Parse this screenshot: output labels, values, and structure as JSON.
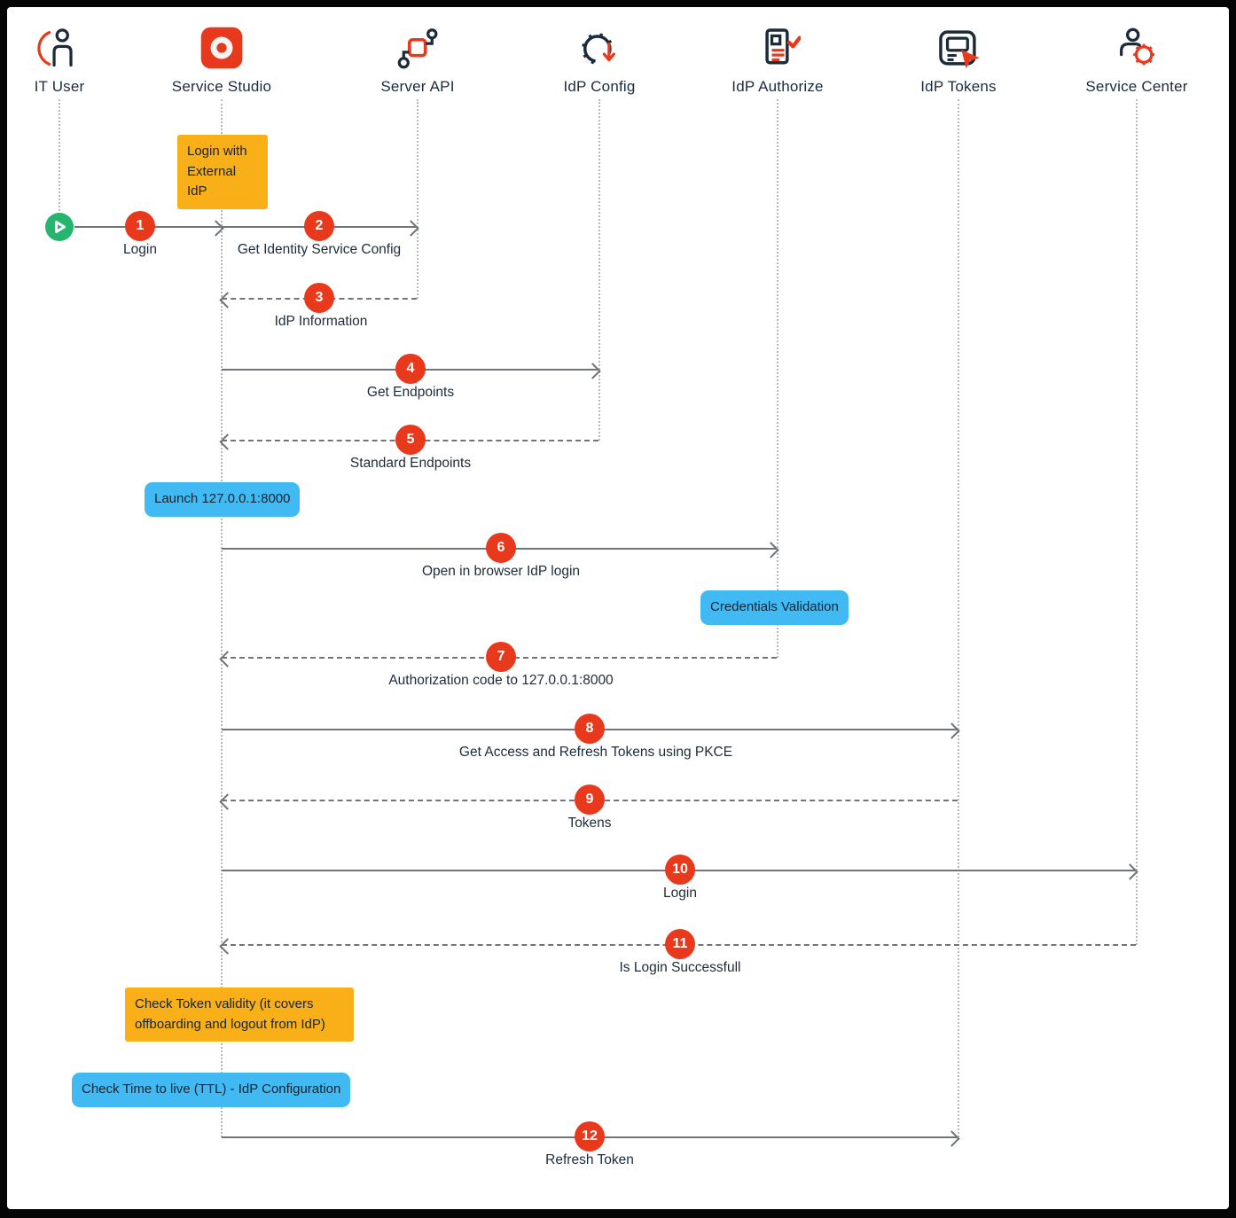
{
  "actors": [
    {
      "label": "IT User",
      "icon": "it-user-icon"
    },
    {
      "label": "Service Studio",
      "icon": "service-studio-icon"
    },
    {
      "label": "Server API",
      "icon": "server-api-icon"
    },
    {
      "label": "IdP Config",
      "icon": "idp-config-icon"
    },
    {
      "label": "IdP Authorize",
      "icon": "idp-authorize-icon"
    },
    {
      "label": "IdP Tokens",
      "icon": "idp-tokens-icon"
    },
    {
      "label": "Service Center",
      "icon": "service-center-icon"
    }
  ],
  "messages": [
    {
      "num": "1",
      "label": "Login",
      "from": "IT User",
      "to": "Service Studio",
      "style": "solid"
    },
    {
      "num": "2",
      "label": "Get Identity Service Config",
      "from": "Service Studio",
      "to": "Server API",
      "style": "solid"
    },
    {
      "num": "3",
      "label": "IdP Information",
      "from": "Server API",
      "to": "Service Studio",
      "style": "dashed"
    },
    {
      "num": "4",
      "label": "Get Endpoints",
      "from": "Service Studio",
      "to": "IdP Config",
      "style": "solid"
    },
    {
      "num": "5",
      "label": "Standard Endpoints",
      "from": "IdP Config",
      "to": "Service Studio",
      "style": "dashed"
    },
    {
      "num": "6",
      "label": "Open in browser IdP login",
      "from": "Service Studio",
      "to": "IdP Authorize",
      "style": "solid"
    },
    {
      "num": "7",
      "label": "Authorization code to 127.0.0.1:8000",
      "from": "IdP Authorize",
      "to": "Service Studio",
      "style": "dashed"
    },
    {
      "num": "8",
      "label": "Get Access and Refresh Tokens using PKCE",
      "from": "Service Studio",
      "to": "IdP Tokens",
      "style": "solid"
    },
    {
      "num": "9",
      "label": "Tokens",
      "from": "IdP Tokens",
      "to": "Service Studio",
      "style": "dashed"
    },
    {
      "num": "10",
      "label": "Login",
      "from": "Service Studio",
      "to": "Service Center",
      "style": "solid"
    },
    {
      "num": "11",
      "label": "Is Login Successfull",
      "from": "Service Center",
      "to": "Service Studio",
      "style": "dashed"
    },
    {
      "num": "12",
      "label": "Refresh Token",
      "from": "Service Studio",
      "to": "IdP Tokens",
      "style": "solid"
    }
  ],
  "notes": [
    {
      "text": "Login with External IdP",
      "color": "orange"
    },
    {
      "text": "Launch 127.0.0.1:8000",
      "color": "blue"
    },
    {
      "text": "Credentials Validation",
      "color": "blue"
    },
    {
      "text": "Check Token validity (it covers offboarding and logout from IdP)",
      "color": "orange"
    },
    {
      "text": "Check Time to live (TTL) - IdP Configuration",
      "color": "blue"
    }
  ],
  "colors": {
    "accent_red": "#e8391d",
    "note_orange": "#f9af17",
    "note_blue": "#41baf3",
    "start_green": "#26b56e",
    "text_dark": "#1c2b3a",
    "arrow_gray": "#70757a",
    "lifeline_gray": "#b7b7b7"
  }
}
